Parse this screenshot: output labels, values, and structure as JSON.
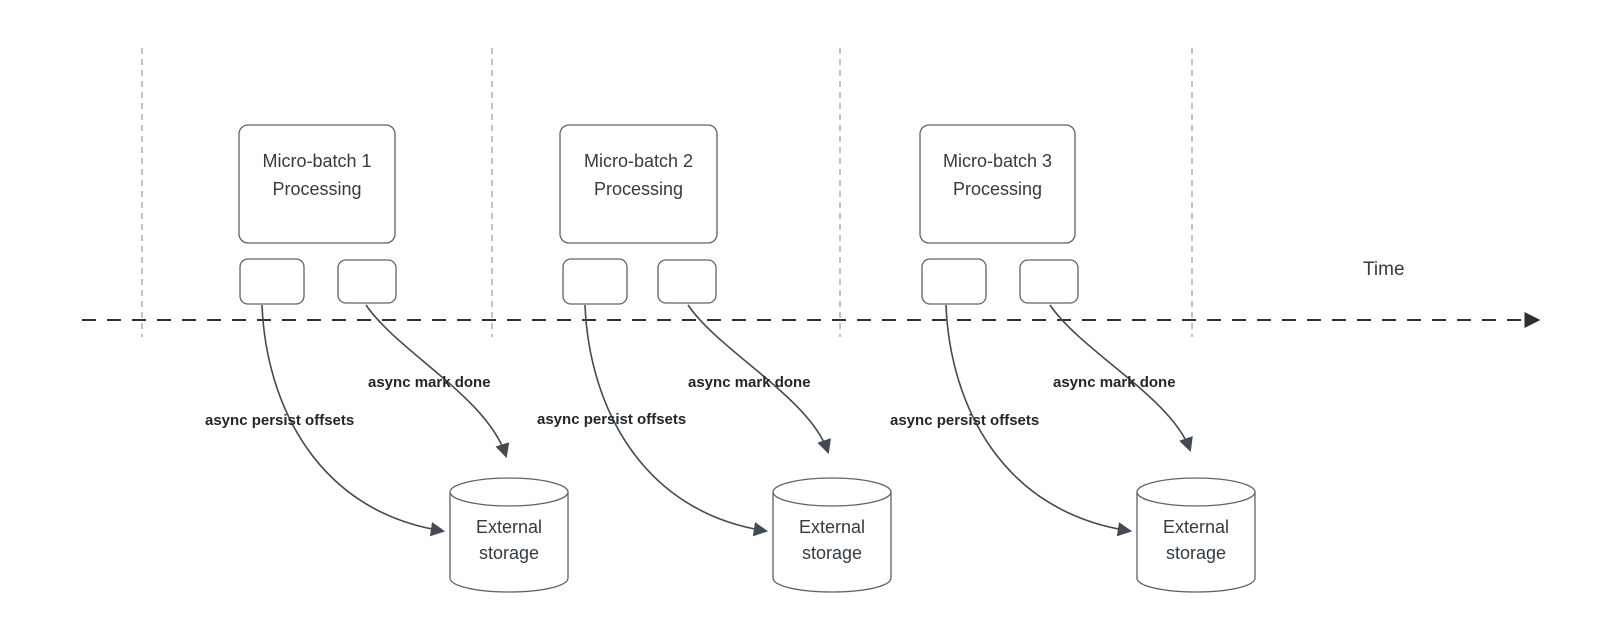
{
  "time_axis": {
    "label": "Time"
  },
  "clusters": [
    {
      "box_line1": "Micro-batch 1",
      "box_line2": "Processing",
      "persist_label": "async persist offsets",
      "mark_done_label": "async mark done",
      "storage_line1": "External",
      "storage_line2": "storage"
    },
    {
      "box_line1": "Micro-batch 2",
      "box_line2": "Processing",
      "persist_label": "async persist offsets",
      "mark_done_label": "async mark done",
      "storage_line1": "External",
      "storage_line2": "storage"
    },
    {
      "box_line1": "Micro-batch 3",
      "box_line2": "Processing",
      "persist_label": "async persist offsets",
      "mark_done_label": "async mark done",
      "storage_line1": "External",
      "storage_line2": "storage"
    }
  ],
  "colors": {
    "background": "#ffffff",
    "curve": "#434a52",
    "box_border": "#5c636c",
    "time_axis": "#2e3134",
    "guide_line": "#a9a9a9",
    "label_text": "#22272d",
    "box_text": "#343b43"
  }
}
